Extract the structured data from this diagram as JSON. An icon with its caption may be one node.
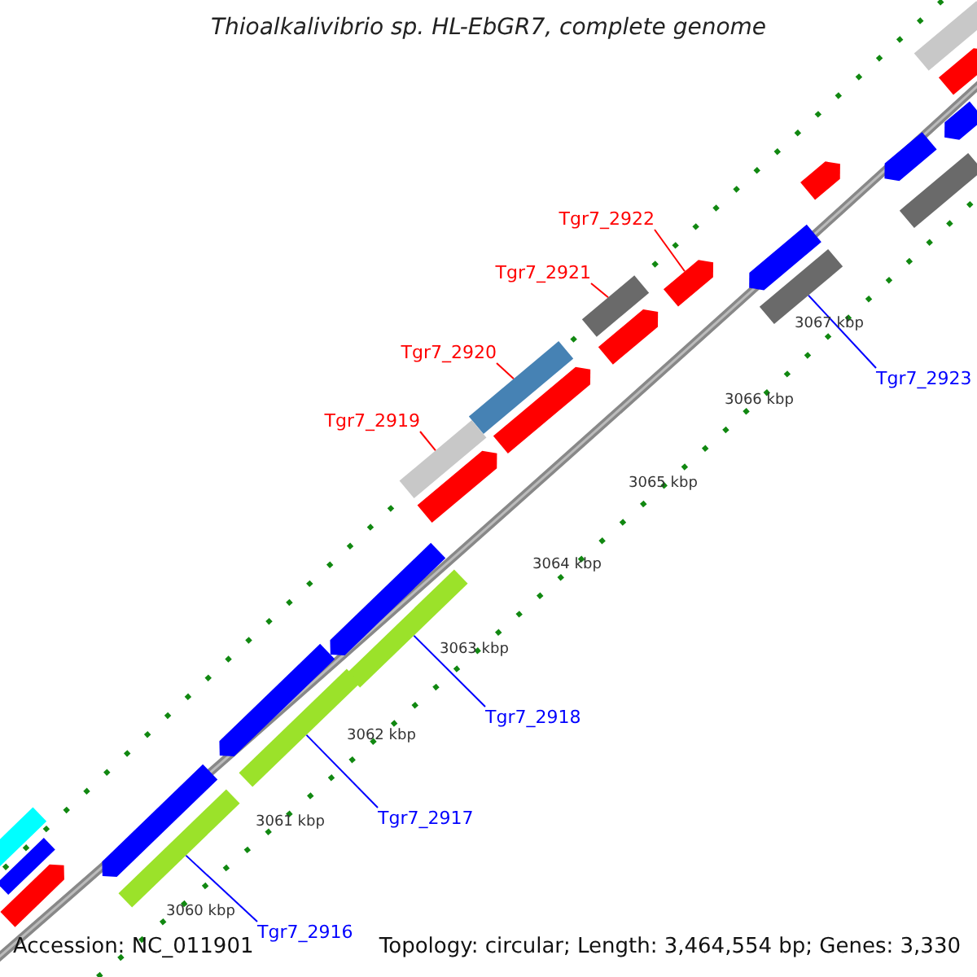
{
  "diagram": {
    "title": "Thioalkalivibrio sp. HL-EbGR7, complete genome",
    "nodes": [
      {
        "text": [
          "Tgr7_2922"
        ]
      },
      {
        "text": [],
        "shape": "bar"
      },
      {
        "text": [
          "Tgr7_2921"
        ]
      },
      {
        "text": [],
        "shape": "bar"
      },
      {
        "text": [
          "Tgr7_2920"
        ]
      },
      {
        "text": [],
        "shape": "bar"
      },
      {
        "text": [
          "Tgr7_2919"
        ]
      },
      {
        "text": [],
        "shape": "bar"
      },
      {
        "text": [
          "Tgr7_2923"
        ]
      },
      {
        "text": [],
        "shape": "bar"
      },
      {
        "text": [
          "Tgr7_2918"
        ]
      },
      {
        "text": [],
        "shape": "bar"
      },
      {
        "text": [
          "Tgr7_2917"
        ]
      },
      {
        "text": [],
        "shape": "bar"
      },
      {
        "text": [
          "Tgr7_2916"
        ]
      },
      {
        "text": [],
        "shape": "bar"
      },
      {
        "text": [],
        "shape": "bar"
      },
      {
        "text": [],
        "shape": "bar"
      },
      {
        "text": [],
        "shape": "bar"
      },
      {
        "text": [],
        "shape": "bar"
      },
      {
        "text": [],
        "shape": "bar"
      },
      {
        "text": [],
        "shape": "bar"
      },
      {
        "text": [],
        "shape": "bar"
      },
      {
        "text": [],
        "shape": "bar"
      },
      {
        "text": [],
        "shape": "bar"
      },
      {
        "text": [],
        "shape": "bar"
      },
      {
        "text": [],
        "shape": "bar"
      },
      {
        "text": [],
        "shape": "bar"
      },
      {
        "text": [],
        "shape": "bar"
      },
      {
        "text": [],
        "shape": "bar"
      },
      {
        "text": [],
        "shape": "bar"
      },
      {
        "text": [],
        "shape": "bar"
      }
    ],
    "edges": [
      {
        "from": 0,
        "to": 1,
        "arrow": "none",
        "color": "#ff0000"
      },
      {
        "from": 2,
        "to": 3,
        "arrow": "none",
        "color": "#ff0000"
      },
      {
        "from": 4,
        "to": 5,
        "arrow": "none",
        "color": "#ff0000"
      },
      {
        "from": 6,
        "to": 7,
        "arrow": "none",
        "color": "#ff0000"
      },
      {
        "from": 8,
        "to": 9,
        "arrow": "none",
        "color": "#0000ff"
      },
      {
        "from": 10,
        "to": 11,
        "arrow": "none",
        "color": "#0000ff"
      },
      {
        "from": 12,
        "to": 13,
        "arrow": "none",
        "color": "#0000ff"
      },
      {
        "from": 14,
        "to": 15,
        "arrow": "none",
        "color": "#0000ff"
      }
    ],
    "labels": [
      "3067 kbp",
      "3066 kbp",
      "3065 kbp",
      "3064 kbp",
      "3063 kbp",
      "3062 kbp",
      "3061 kbp",
      "3060 kbp",
      "Accession: NC_011901",
      "Topology: circular; Length: 3,464,554 bp; Genes: 3,330"
    ]
  }
}
